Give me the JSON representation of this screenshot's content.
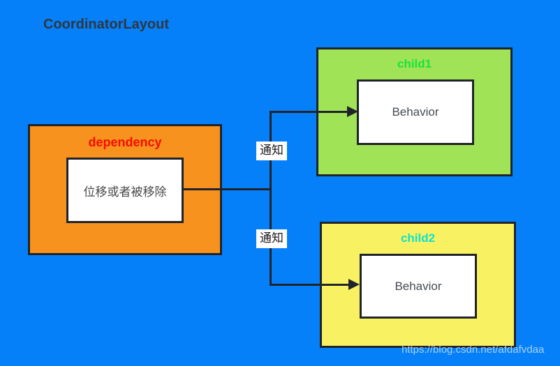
{
  "title": "CoordinatorLayout",
  "nodes": {
    "dependency": {
      "label": "dependency",
      "behavior": "位移或者被移除"
    },
    "child1": {
      "label": "child1",
      "behavior": "Behavior"
    },
    "child2": {
      "label": "child2",
      "behavior": "Behavior"
    }
  },
  "edges": {
    "notify_child1": "通知",
    "notify_child2": "通知"
  },
  "watermark": "https://blog.csdn.net/afdafvdaa",
  "colors": {
    "background": "#0680f8",
    "dependency_fill": "#f7921e",
    "dependency_label": "#f50d00",
    "child1_fill": "#a1e356",
    "child1_label": "#17e33b",
    "child2_fill": "#f8f262",
    "child2_label": "#0ee2ce",
    "line_and_border": "#20242a",
    "title_text": "#2e3842"
  }
}
